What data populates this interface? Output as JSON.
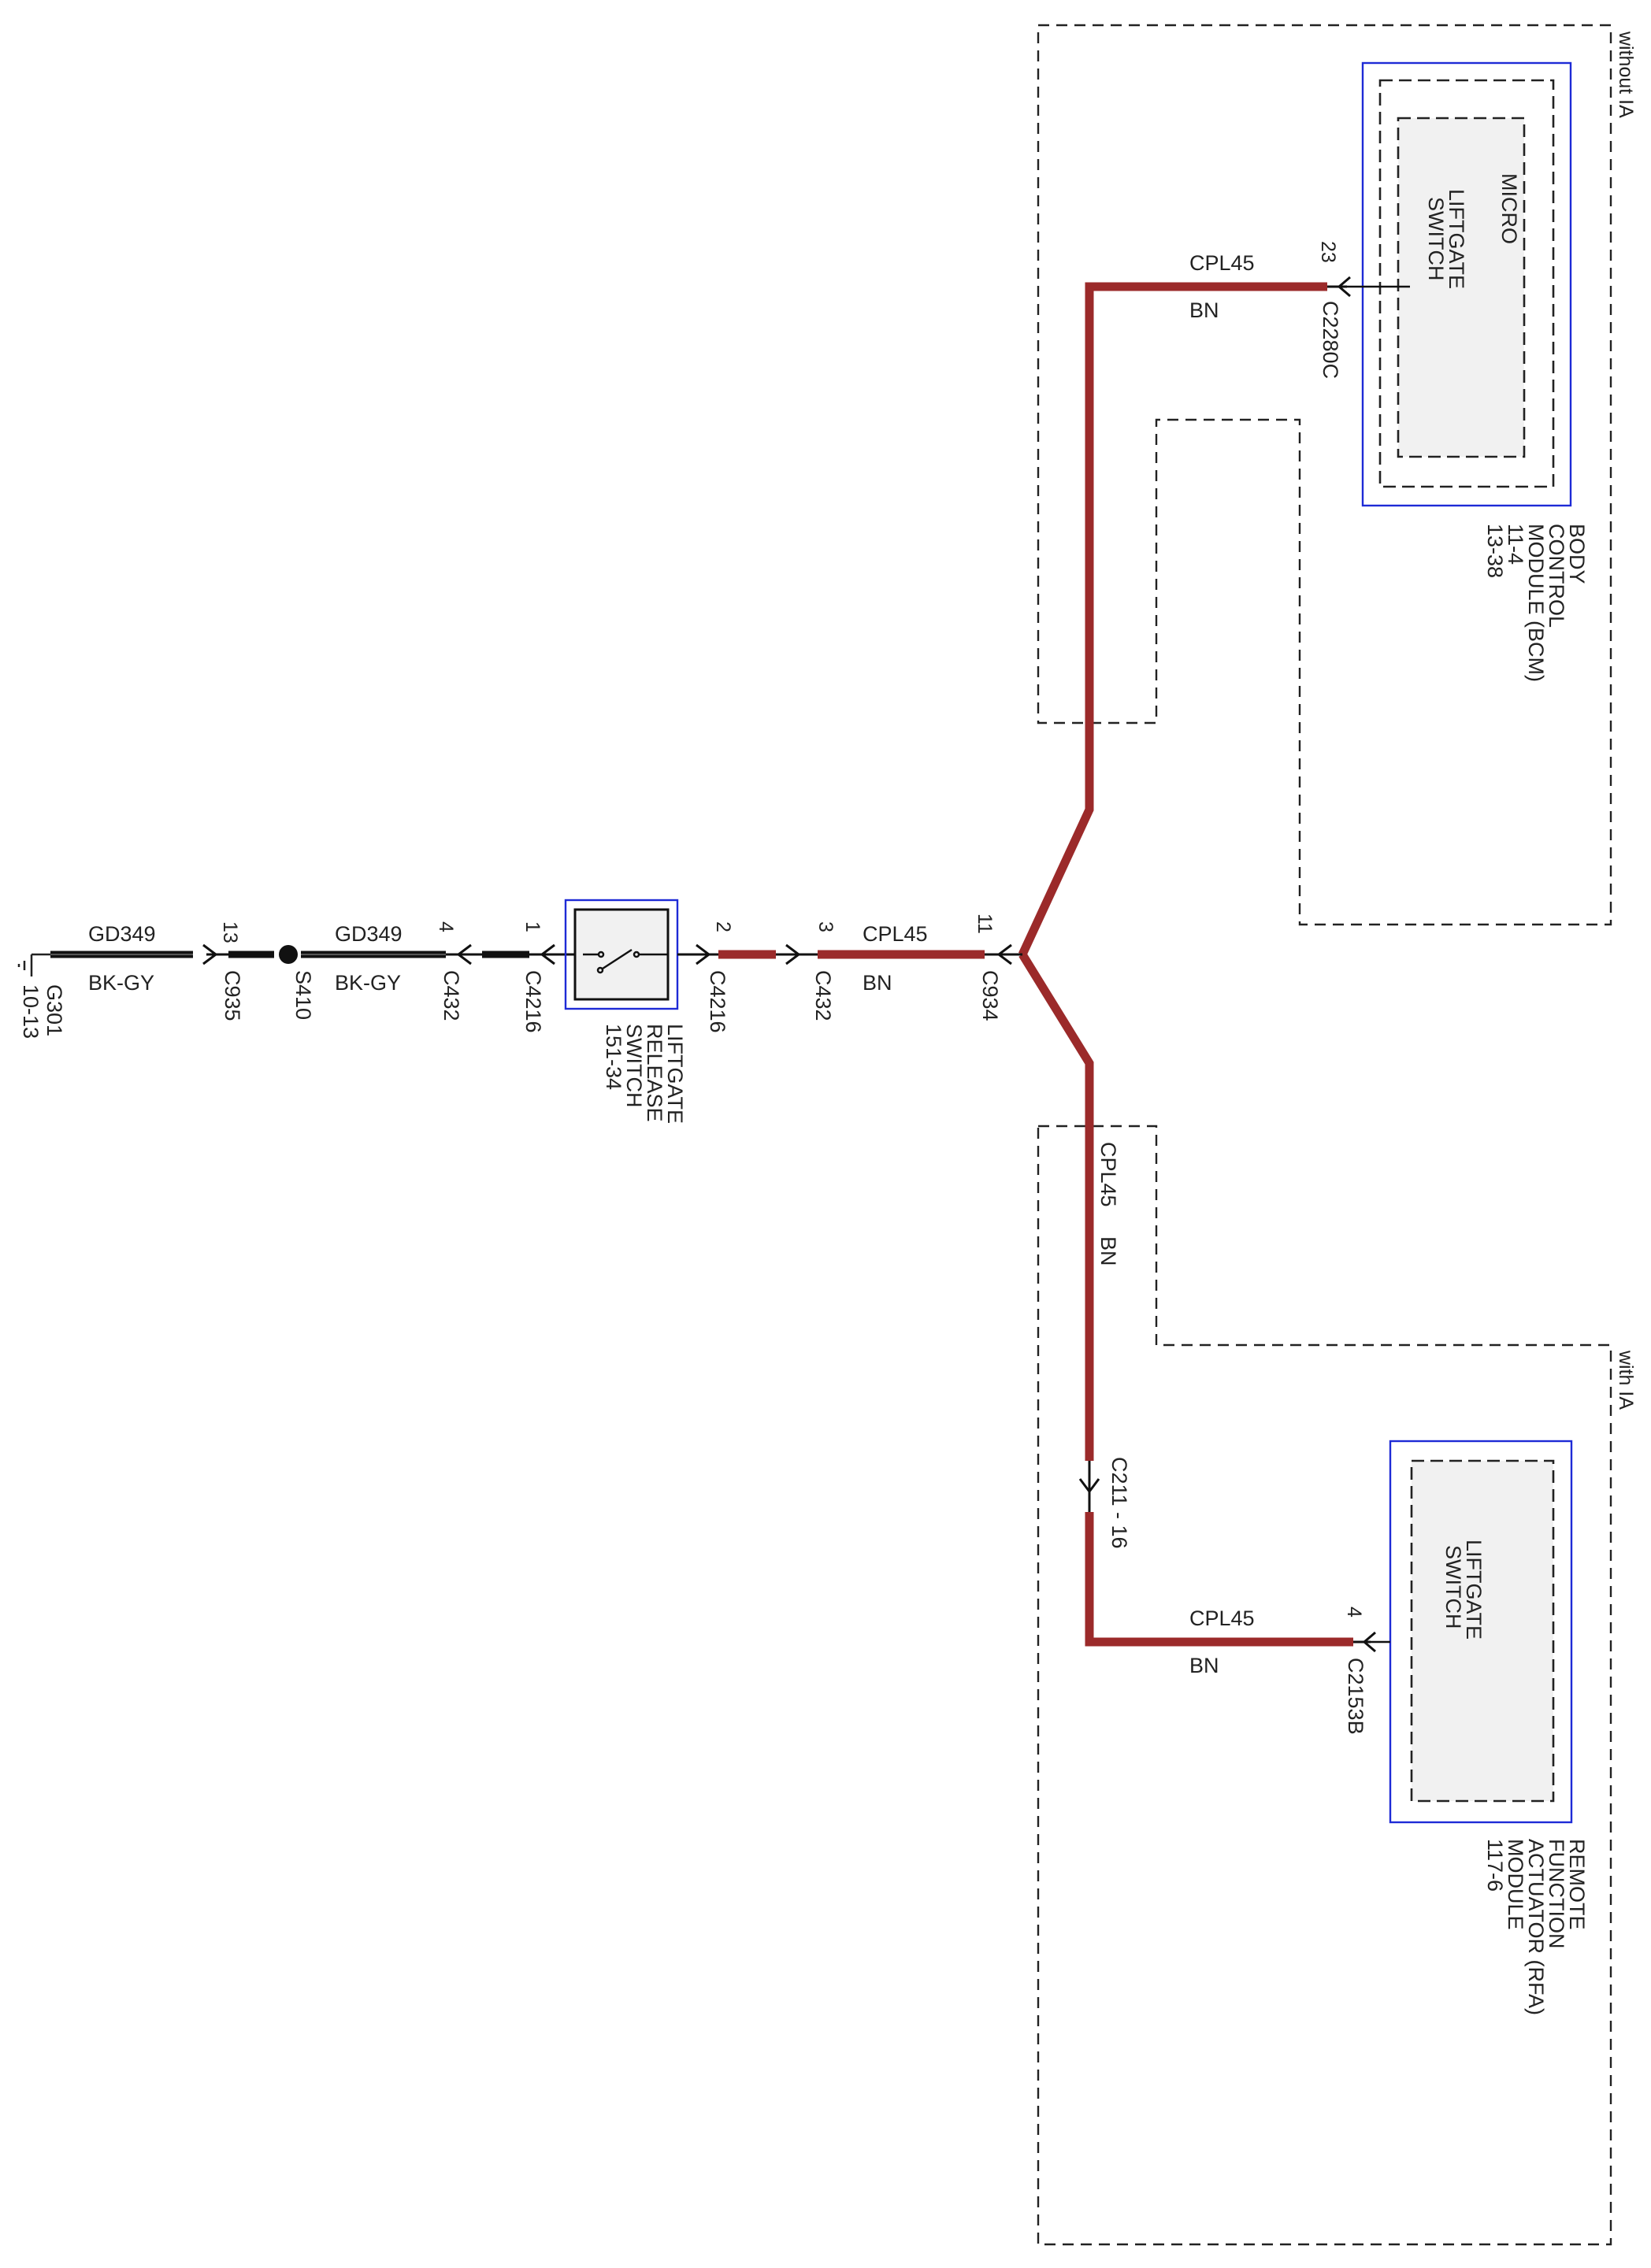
{
  "regions": {
    "without_ia": "without IA",
    "with_ia": "with IA"
  },
  "ground": {
    "ref": "G301",
    "page": "10-13"
  },
  "wires": {
    "ground_circuit": "GD349",
    "ground_color": "BK-GY",
    "main_circuit": "CPL45",
    "main_color": "BN"
  },
  "connectors": {
    "c935": {
      "name": "C935",
      "pin": "13"
    },
    "s410": {
      "name": "S410"
    },
    "c432_ground": {
      "name": "C432",
      "pin": "4"
    },
    "c4216_ground": {
      "name": "C4216",
      "pin": "1"
    },
    "c4216_signal": {
      "name": "C4216",
      "pin": "2"
    },
    "c432_signal": {
      "name": "C432",
      "pin": "3"
    },
    "c934": {
      "name": "C934",
      "pin": "11"
    },
    "c2280c": {
      "name": "C2280C",
      "pin": "23"
    },
    "c211": {
      "name": "C211 - 16"
    },
    "c2153b": {
      "name": "C2153B",
      "pin": "4"
    }
  },
  "components": {
    "liftgate_release_switch": {
      "lines": [
        "LIFTGATE",
        "RELEASE",
        "SWITCH"
      ],
      "page": "151-34"
    },
    "bcm": {
      "lines": [
        "BODY",
        "CONTROL",
        "MODULE (BCM)"
      ],
      "pages": [
        "11-4",
        "13-38"
      ],
      "micro_label": "MICRO",
      "inner_lines": [
        "LIFTGATE",
        "SWITCH"
      ]
    },
    "rfa": {
      "lines": [
        "REMOTE",
        "FUNCTION",
        "ACTUATOR (RFA)",
        "MODULE"
      ],
      "page": "117-6",
      "inner_lines": [
        "LIFTGATE",
        "SWITCH"
      ]
    }
  },
  "colors": {
    "wire_bn": "#9b2a2a",
    "wire_gd": "#111111",
    "component_border": "#1e2bd6",
    "component_fill": "#f1f1f1"
  }
}
